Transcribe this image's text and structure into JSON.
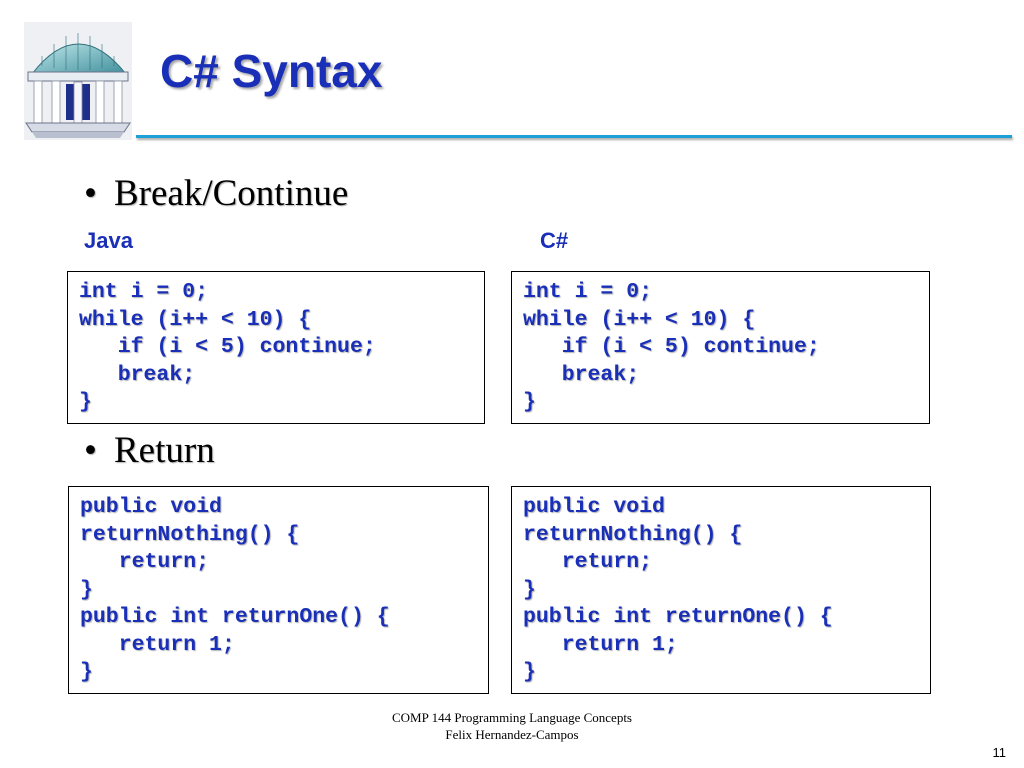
{
  "slide": {
    "title": "C# Syntax",
    "logo_icon": "old-well-icon",
    "bullets": [
      {
        "symbol": "•",
        "text": "Break/Continue"
      },
      {
        "symbol": "•",
        "text": "Return"
      }
    ],
    "columns": {
      "left_label": "Java",
      "right_label": "C#"
    },
    "code": {
      "java_break": "int i = 0;\nwhile (i++ < 10) {\n   if (i < 5) continue;\n   break;\n}",
      "csharp_break": "int i = 0;\nwhile (i++ < 10) {\n   if (i < 5) continue;\n   break;\n}",
      "java_return": "public void\nreturnNothing() {\n   return;\n}\npublic int returnOne() {\n   return 1;\n}",
      "csharp_return": "public void\nreturnNothing() {\n   return;\n}\npublic int returnOne() {\n   return 1;\n}"
    },
    "footer": {
      "course": "COMP 144 Programming Language Concepts",
      "author": "Felix  Hernandez-Campos"
    },
    "page_number": "11"
  },
  "colors": {
    "title": "#1a2fb8",
    "code_text": "#1a2fb8",
    "rule": "#1ba1d8",
    "background": "#ffffff"
  }
}
